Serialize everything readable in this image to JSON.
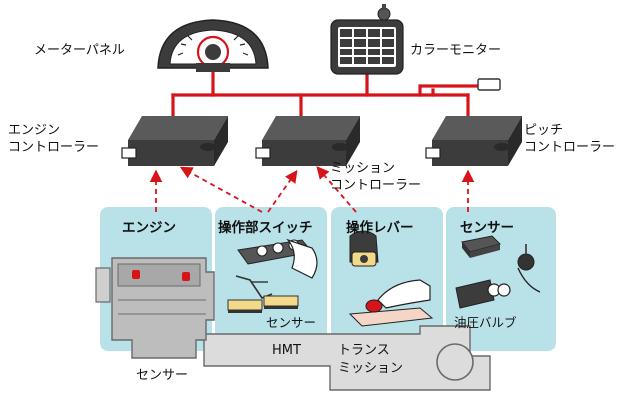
{
  "labels": {
    "meter_panel": "メーターパネル",
    "color_monitor": "カラーモニター",
    "engine_controller_l1": "エンジン",
    "engine_controller_l2": "コントローラー",
    "mission_controller_l1": "ミッション",
    "mission_controller_l2": "コントローラー",
    "pitch_controller_l1": "ピッチ",
    "pitch_controller_l2": "コントローラー"
  },
  "panels": {
    "engine": "エンジン",
    "operation_switch": "操作部スイッチ",
    "operation_lever": "操作レバー",
    "sensor": "センサー"
  },
  "parts": {
    "switch_sensor": "センサー",
    "hydraulic_valve": "油圧バルブ",
    "engine_sensor": "センサー",
    "hmt": "HMT",
    "transmission_l1": "トランス",
    "transmission_l2": "ミッション"
  },
  "colors": {
    "bus_line": "#d7141a",
    "panel_bg": "#b8e1e8",
    "device_body": "#3c3c3c",
    "engine_body": "#bdbdbd"
  }
}
